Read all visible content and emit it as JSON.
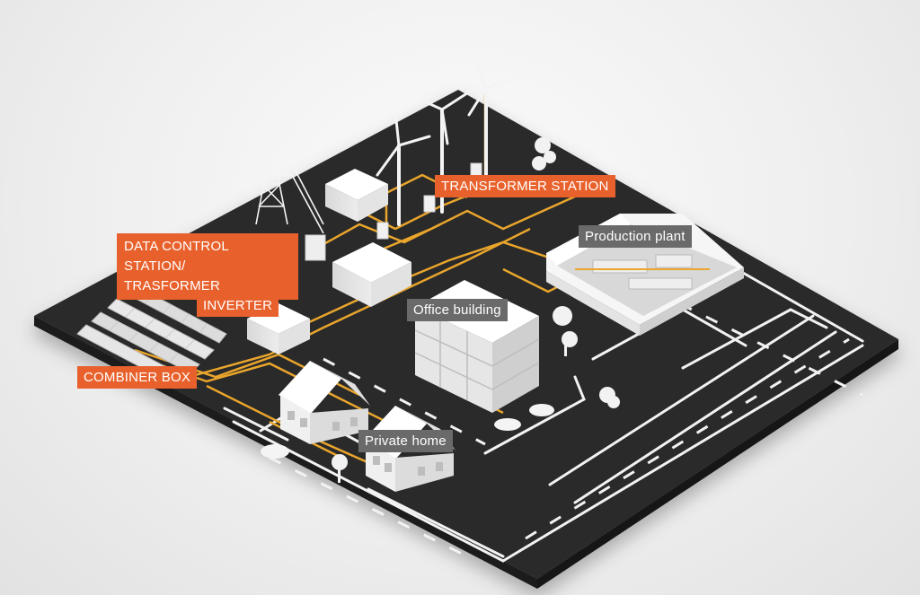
{
  "labels": {
    "data_control_station_line1": "DATA CONTROL STATION/",
    "data_control_station_line2": "TRASFORMER",
    "transformer_station": "TRANSFORMER STATION",
    "inverter": "INVERTER",
    "combiner_box": "COMBINER BOX",
    "production_plant": "Production plant",
    "office_building": "Office building",
    "private_home": "Private home"
  },
  "colors": {
    "label_orange": "#e8612c",
    "label_grey": "#6a6a6a",
    "ground": "#2e2e2e",
    "road_marking": "#f2f2f2",
    "power_line": "#e9a52c",
    "building": "#f4f4f4"
  },
  "icons": [
    "wind-turbine-icon",
    "power-pylon-icon",
    "solar-panel-icon",
    "tree-icon",
    "car-icon"
  ]
}
